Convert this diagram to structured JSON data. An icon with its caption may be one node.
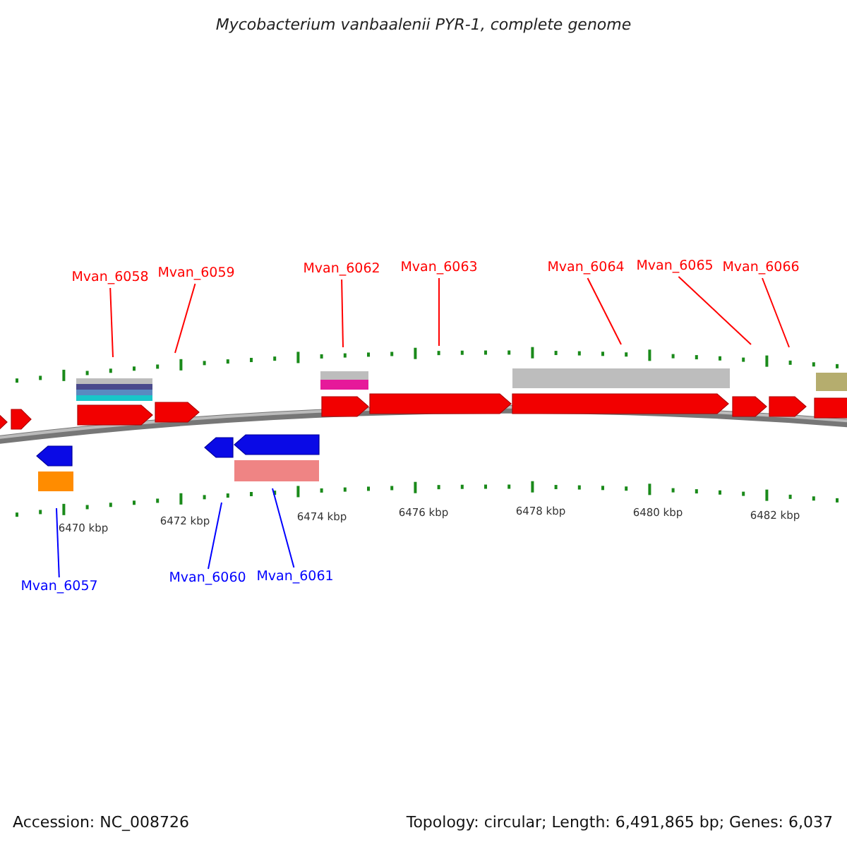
{
  "diagram": {
    "title": "Mycobacterium vanbaalenii PYR-1, complete genome",
    "nodes": [
      {
        "text": [
          "Mvan_6058"
        ]
      },
      {
        "text": [
          "Mvan_6059"
        ]
      },
      {
        "text": [
          "Mvan_6062"
        ]
      },
      {
        "text": [
          "Mvan_6063"
        ]
      },
      {
        "text": [
          "Mvan_6064"
        ]
      },
      {
        "text": [
          "Mvan_6065"
        ]
      },
      {
        "text": [
          "Mvan_6066"
        ]
      },
      {
        "text": [
          "Mvan_6057"
        ]
      },
      {
        "text": [
          "Mvan_6060"
        ]
      },
      {
        "text": [
          "Mvan_6061"
        ]
      }
    ],
    "edges": [
      {
        "from": 0,
        "to": null,
        "arrow": "none"
      },
      {
        "from": 1,
        "to": null,
        "arrow": "none"
      },
      {
        "from": 2,
        "to": null,
        "arrow": "none"
      },
      {
        "from": 3,
        "to": null,
        "arrow": "none"
      },
      {
        "from": 4,
        "to": null,
        "arrow": "none"
      },
      {
        "from": 5,
        "to": null,
        "arrow": "none"
      },
      {
        "from": 6,
        "to": null,
        "arrow": "none"
      },
      {
        "from": 7,
        "to": null,
        "arrow": "none",
        "color": "#0000ff"
      },
      {
        "from": 8,
        "to": null,
        "arrow": "none",
        "color": "#0000ff"
      },
      {
        "from": 9,
        "to": null,
        "arrow": "none",
        "color": "#0000ff"
      }
    ],
    "labels": [
      "6470 kbp",
      "6472 kbp",
      "6474 kbp",
      "6476 kbp",
      "6478 kbp",
      "6480 kbp",
      "6482 kbp",
      "Accession: NC_008726",
      "Topology: circular; Length: 6,491,865 bp; Genes: 6,037"
    ]
  }
}
